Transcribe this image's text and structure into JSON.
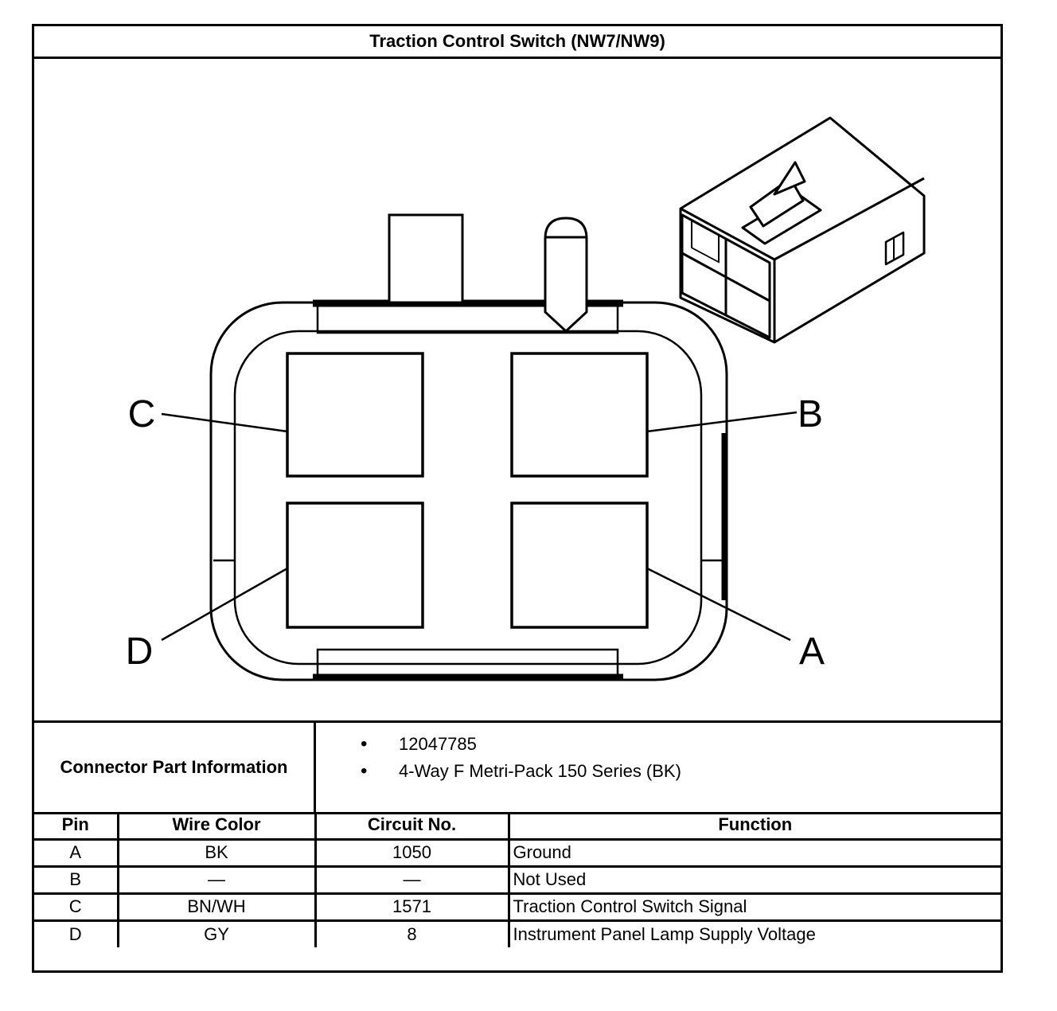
{
  "title": "Traction Control Switch (NW7/NW9)",
  "diagram": {
    "pin_labels": {
      "a": "A",
      "b": "B",
      "c": "C",
      "d": "D"
    }
  },
  "connector_info": {
    "label": "Connector Part Information",
    "items": [
      "12047785",
      "4-Way F Metri-Pack 150 Series (BK)"
    ]
  },
  "table": {
    "headers": {
      "pin": "Pin",
      "wire_color": "Wire Color",
      "circuit_no": "Circuit No.",
      "function": "Function"
    },
    "rows": [
      {
        "pin": "A",
        "wire_color": "BK",
        "circuit_no": "1050",
        "function": "Ground"
      },
      {
        "pin": "B",
        "wire_color": "—",
        "circuit_no": "—",
        "function": "Not Used"
      },
      {
        "pin": "C",
        "wire_color": "BN/WH",
        "circuit_no": "1571",
        "function": "Traction Control Switch Signal"
      },
      {
        "pin": "D",
        "wire_color": "GY",
        "circuit_no": "8",
        "function": "Instrument Panel Lamp Supply Voltage"
      }
    ]
  }
}
